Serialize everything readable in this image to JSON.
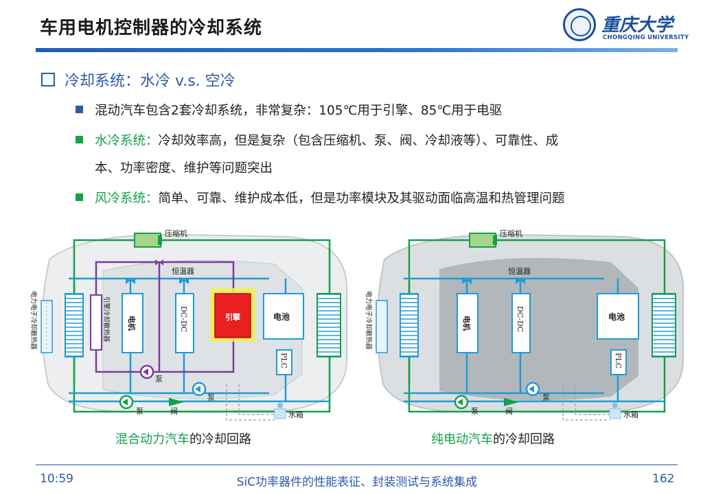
{
  "header": {
    "title": "车用电机控制器的冷却系统",
    "logo_cn": "重庆大学",
    "logo_en": "CHONGQING UNIVERSITY"
  },
  "content": {
    "heading": "冷却系统：水冷 v.s. 空冷",
    "bullets": [
      {
        "prefix": "",
        "text": "混动汽车包含2套冷却系统，非常复杂：105℃用于引擎、85℃用于电驱",
        "color": "#2b5aa8"
      },
      {
        "prefix": "水冷系统：",
        "text": "冷却效率高，但是复杂（包含压缩机、泵、阀、冷却液等）、可靠性、成",
        "color": "#12a04a"
      },
      {
        "prefix": "",
        "text": "本、功率密度、维护等问题突出",
        "color": ""
      },
      {
        "prefix": "风冷系统：",
        "text": "简单、可靠、维护成本低，但是功率模块及其驱动面临高温和热管理问题",
        "color": "#12a04a"
      }
    ]
  },
  "diagram_labels": {
    "compressor": "压缩机",
    "thermostat": "恒温器",
    "pump": "泵",
    "valve": "阀",
    "tank": "水箱",
    "motor": "电机",
    "dcdc": "DC-DC",
    "engine": "引擎",
    "battery": "电池",
    "plc": "PLC",
    "elec_radiator": "电力电子冷却散热器",
    "engine_radiator": "引擎冷却散热器"
  },
  "captions": {
    "left_green": "混合动力汽车",
    "left_rest": "的冷却回路",
    "right_green": "纯电动汽车",
    "right_rest": "的冷却回路"
  },
  "footer": {
    "time": "10:59",
    "center": "SiC功率器件的性能表征、封装测试与系统集成",
    "page": "162"
  },
  "colors": {
    "accent": "#2b5aa8",
    "loop_green": "#12a04a",
    "pipe_blue": "#1f9bd6",
    "engine_loop_purple": "#7a3aa0",
    "engine_red": "#e82020"
  }
}
